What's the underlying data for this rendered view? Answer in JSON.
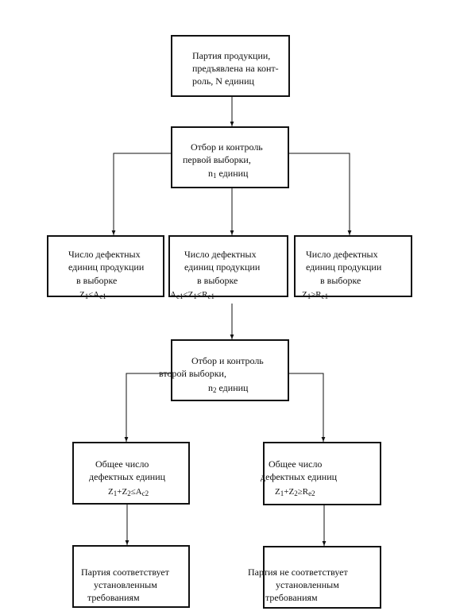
{
  "nodes": {
    "lot": {
      "lines": [
        "Партия продукции,",
        "предъявлена на конт-",
        "роль, N единиц"
      ]
    },
    "first_sample": {
      "line1": "Отбор и контроль",
      "line2": "первой выборки,",
      "line3_pre": "n",
      "line3_sub": "1",
      "line3_post": " единиц"
    },
    "defect_left": {
      "lines": [
        "Число дефектных",
        "единиц продукции",
        "в выборке"
      ],
      "condition": {
        "z": "Z",
        "z_sub": "1",
        "op": "≤",
        "a": "A",
        "a_sub": "c1"
      }
    },
    "defect_middle": {
      "lines": [
        "Число дефектных",
        "единиц продукции",
        "в выборке"
      ],
      "condition": {
        "a": "A",
        "a_sub": "c1",
        "op1": "<",
        "z": "Z",
        "z_sub": "1",
        "op2": "<",
        "r": "R",
        "r_sub": "e1"
      }
    },
    "defect_right": {
      "lines": [
        "Число дефектных",
        "единиц продукции",
        "в выборке"
      ],
      "condition": {
        "z": "Z",
        "z_sub": "1",
        "op": "≥",
        "r": "R",
        "r_sub": "e1"
      }
    },
    "second_sample": {
      "line1": "Отбор и контроль",
      "line2": "второй выборки,",
      "line3_pre": "n",
      "line3_sub": "2",
      "line3_post": " единиц"
    },
    "total_left": {
      "lines": [
        "Общее число",
        "дефектных единиц"
      ],
      "formula": {
        "z1": "Z",
        "z1_sub": "1",
        "plus": "+",
        "z2": "Z",
        "z2_sub": "2",
        "op": "≤",
        "a": "A",
        "a_sub": "c2"
      }
    },
    "total_right": {
      "lines": [
        "Общее число",
        "дефектных  единиц"
      ],
      "formula": {
        "z1": "Z",
        "z1_sub": "1",
        "plus": "+",
        "z2": "Z",
        "z2_sub": "2",
        "op": "≥",
        "r": "R",
        "r_sub": "e2"
      }
    },
    "accept": {
      "lines": [
        "Партия соответствует",
        "установленным",
        "требованиям"
      ]
    },
    "reject": {
      "lines": [
        "Партия не соответствует",
        "установленным",
        "требованиям"
      ]
    }
  }
}
